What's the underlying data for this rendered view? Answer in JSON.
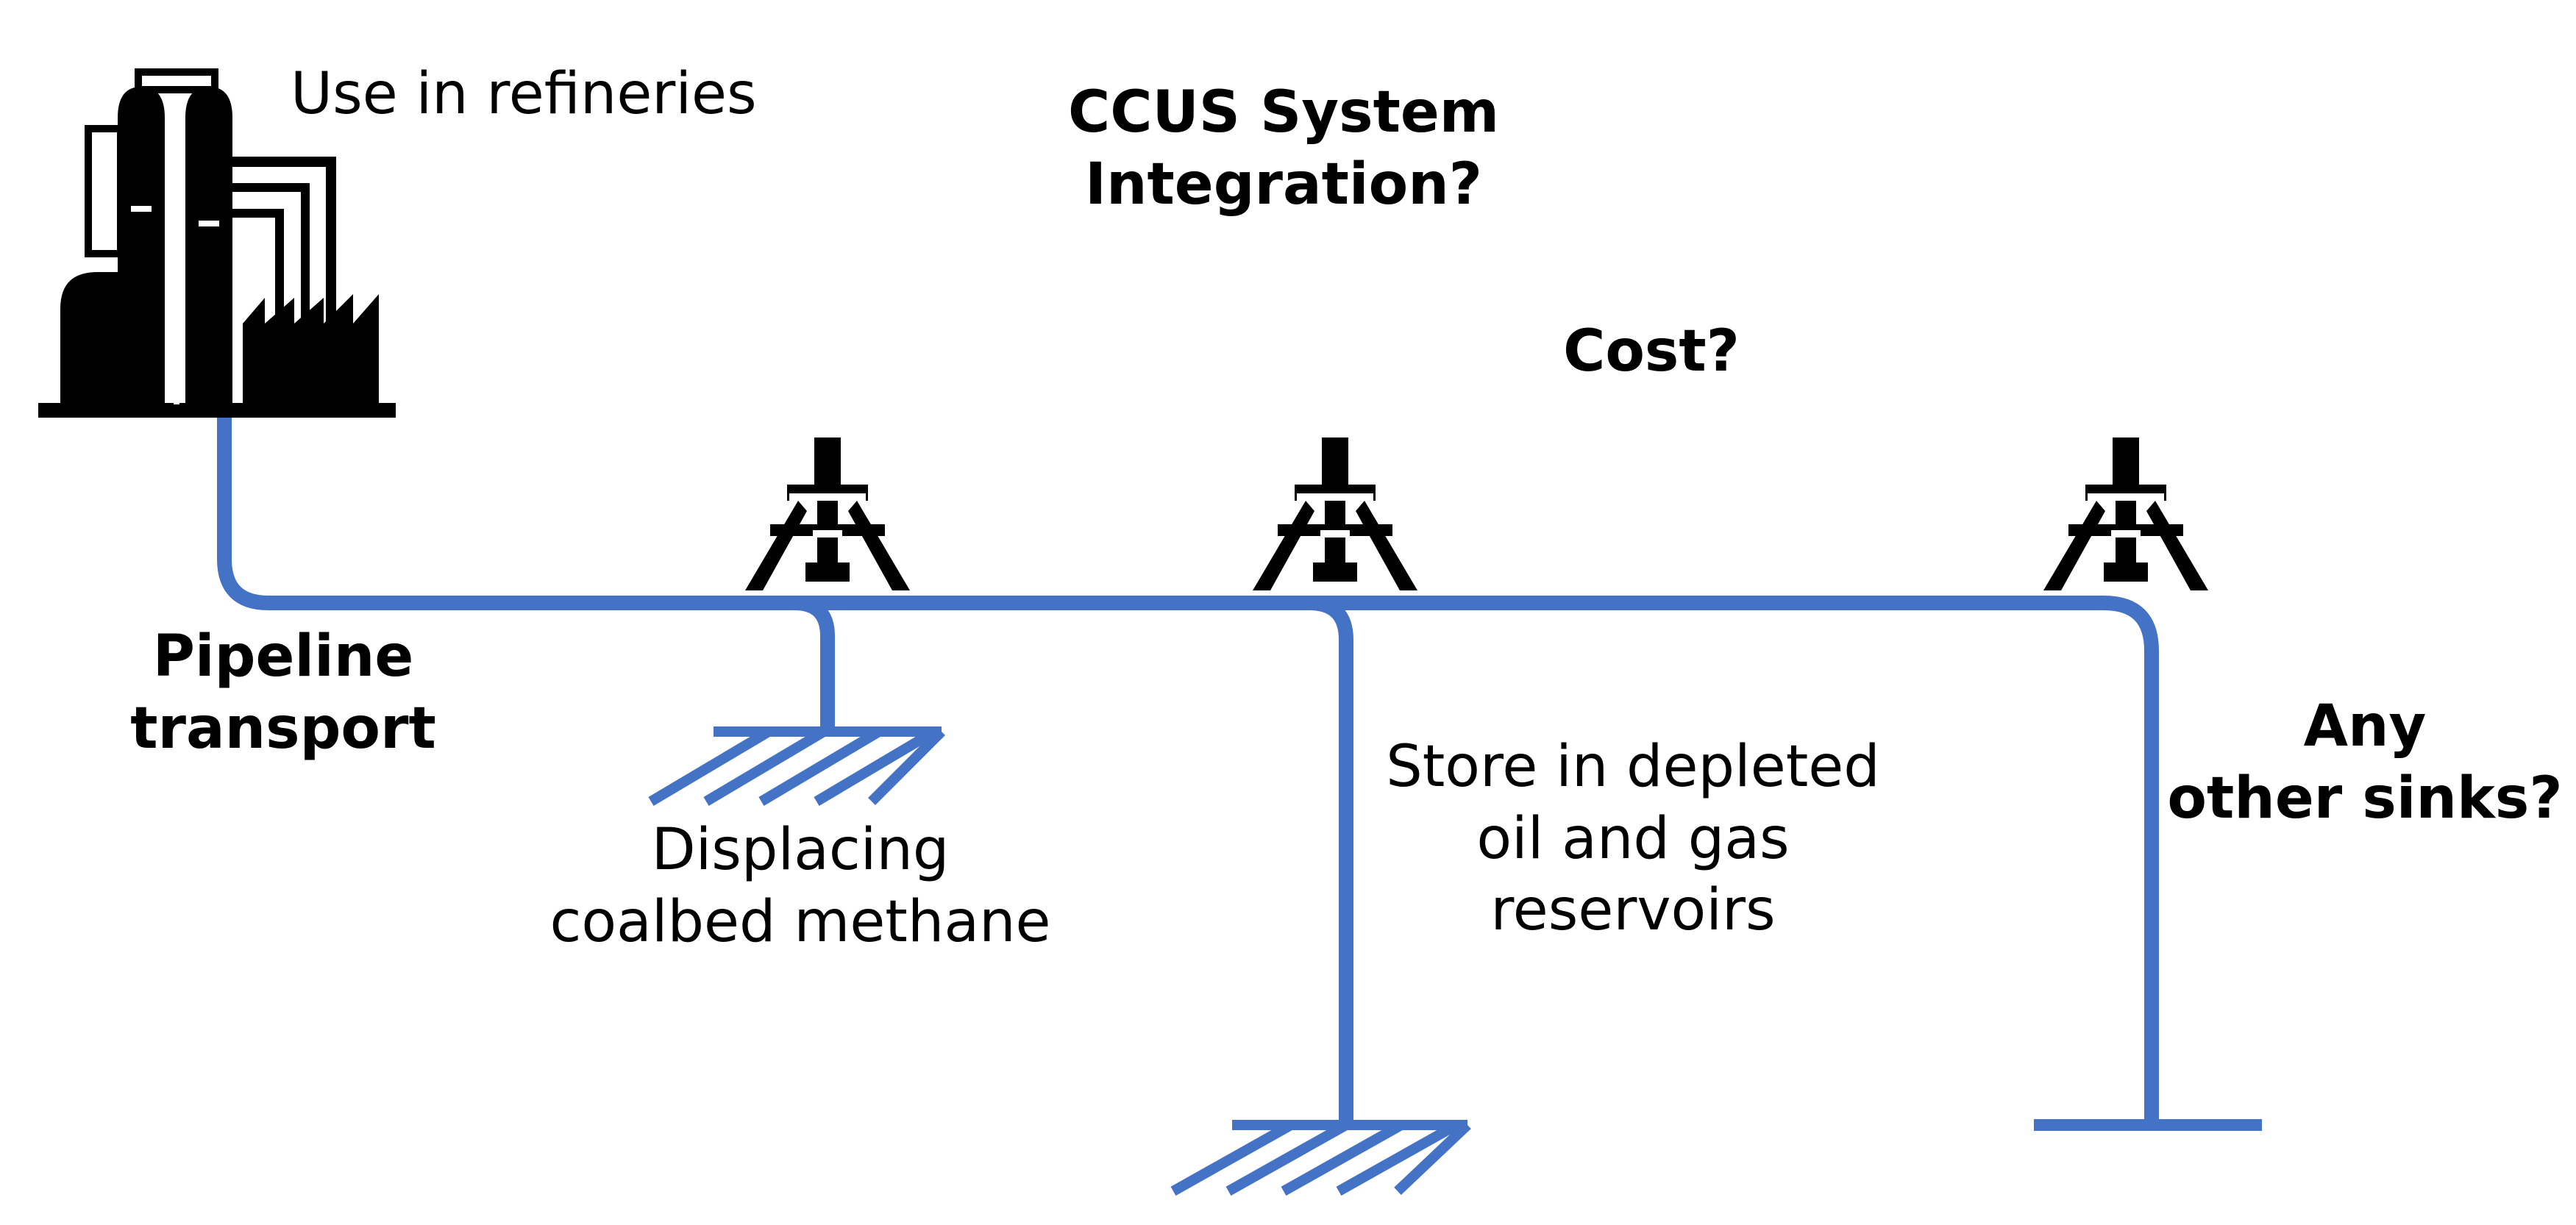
{
  "labels": {
    "refineries": "Use in refineries",
    "ccus_title": "CCUS System\nIntegration?",
    "cost": "Cost?",
    "pipeline": "Pipeline\ntransport",
    "coalbed": "Displacing\ncoalbed methane",
    "depleted": "Store in depleted\noil and gas\nreservoirs",
    "other_sinks": "Any\nother sinks?"
  },
  "colors": {
    "pipe": "#4472C4",
    "icon": "#000000"
  },
  "icons": {
    "refinery": "refinery-icon",
    "rig": "oil-rig-icon",
    "ground": "ground-hatch-icon"
  }
}
